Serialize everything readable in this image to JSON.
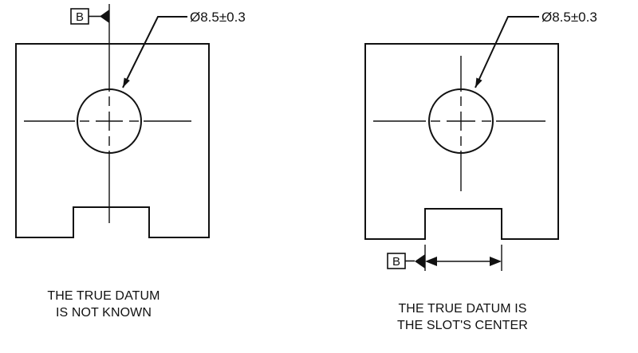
{
  "left_view": {
    "datum_letter": "B",
    "hole_callout": "Ø8.5±0.3",
    "caption_lines": [
      "THE TRUE DATUM",
      "IS NOT KNOWN"
    ]
  },
  "right_view": {
    "datum_letter": "B",
    "hole_callout": "Ø8.5±0.3",
    "caption_lines": [
      "THE TRUE DATUM IS",
      "THE SLOT'S CENTER"
    ]
  }
}
